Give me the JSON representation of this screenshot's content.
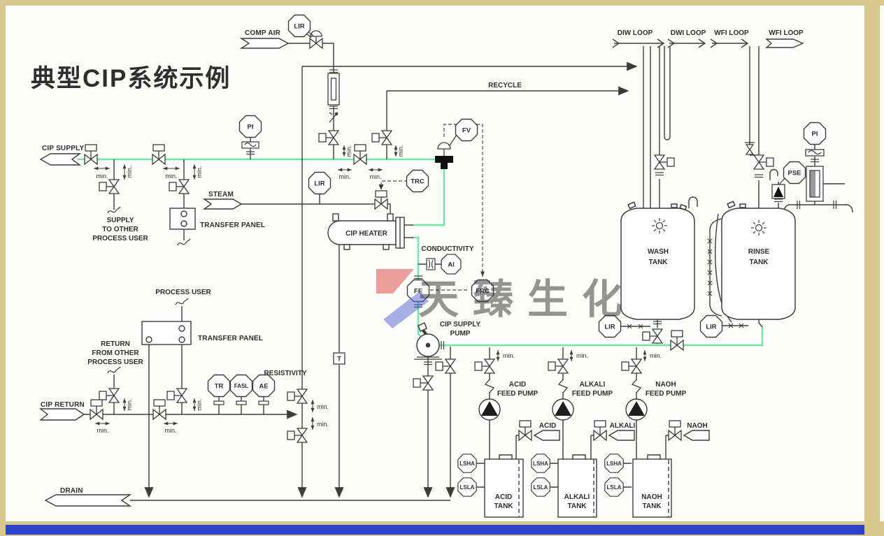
{
  "title": "典型CIP系统示例",
  "watermark": "天臻生化",
  "colors": {
    "process": "#6ee6a1",
    "line": "#3c3c3c",
    "title": "#1d18d6",
    "frame": "#d8c78f",
    "footer": "#2c43cf",
    "watermark": "#e2514a",
    "watermark_accent": "#4f63d2"
  },
  "streams": {
    "comp_air": "COMP AIR",
    "cip_supply": "CIP SUPPLY",
    "steam": "STEAM",
    "cip_return": "CIP RETURN",
    "drain": "DRAIN",
    "recycle": "RECYCLE",
    "diw_loop": "DIW LOOP",
    "dwi_loop": "DWI LOOP",
    "wfi_loop_1": "WFI LOOP",
    "wfi_loop_2": "WFI LOOP",
    "acid": "ACID",
    "alkali": "ALKALI",
    "naoh": "NAOH"
  },
  "labels": {
    "min": "min.",
    "supply_to_other_1": "SUPPLY",
    "supply_to_other_2": "TO OTHER",
    "supply_to_other_3": "PROCESS USER",
    "transfer_panel_top": "TRANSFER PANEL",
    "transfer_panel_bottom": "TRANSFER PANEL",
    "process_user": "PROCESS USER",
    "return_from_other_1": "RETURN",
    "return_from_other_2": "FROM OTHER",
    "return_from_other_3": "PROCESS USER",
    "cip_heater": "CIP HEATER",
    "conductivity": "CONDUCTIVITY",
    "resistivity": "RESISTIVITY",
    "cip_supply_pump_1": "CIP SUPPLY",
    "cip_supply_pump_2": "PUMP",
    "acid_feed_pump_1": "ACID",
    "acid_feed_pump_2": "FEED PUMP",
    "alkali_feed_pump_1": "ALKALI",
    "alkali_feed_pump_2": "FEED PUMP",
    "naoh_feed_pump_1": "NAOH",
    "naoh_feed_pump_2": "FEED PUMP",
    "wash_tank_1": "WASH",
    "wash_tank_2": "TANK",
    "rinse_tank_1": "RINSE",
    "rinse_tank_2": "TANK",
    "acid_tank_1": "ACID",
    "acid_tank_2": "TANK",
    "alkali_tank_1": "ALKALI",
    "alkali_tank_2": "TANK",
    "naoh_tank_1": "NAOH",
    "naoh_tank_2": "TANK"
  },
  "tags": {
    "lir": "LIR",
    "pi": "PI",
    "trc": "TRC",
    "fv": "FV",
    "ai": "AI",
    "fe": "FE",
    "frc": "FRC",
    "tr": "TR",
    "fasl": "FASL",
    "ae": "AE",
    "pse": "PSE",
    "lsha": "LSHA",
    "lsla": "LSLA",
    "t": "T"
  }
}
